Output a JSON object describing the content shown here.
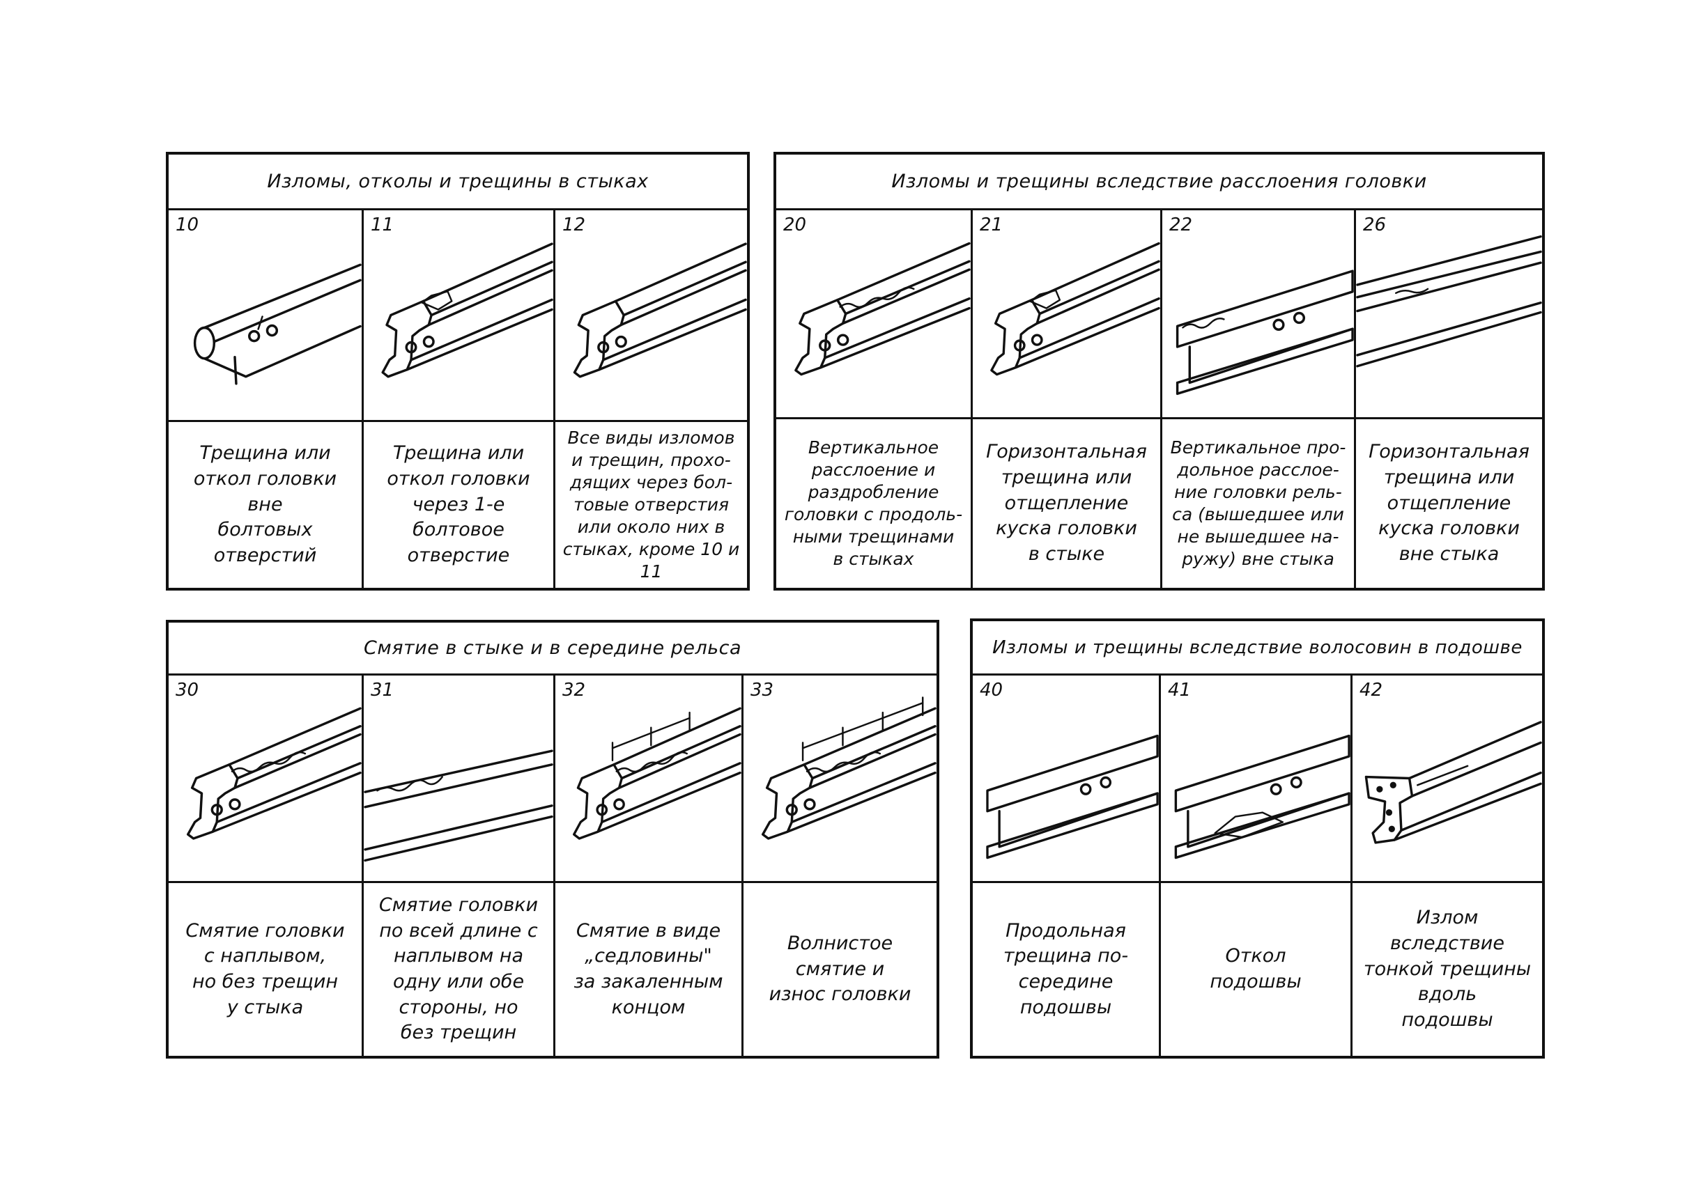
{
  "tables": [
    {
      "header": "Изломы, отколы и трещины в стыках",
      "cells": [
        {
          "number": "10",
          "sketch": "break-end",
          "caption": "Трещина или\nоткол головки\nвне\nболтовых\nотверстий"
        },
        {
          "number": "11",
          "sketch": "rail-holes-chipped",
          "caption": "Трещина или\nоткол головки\nчерез 1-е\nболтовое\nотверстие"
        },
        {
          "number": "12",
          "sketch": "rail-holes",
          "caption": "Все виды изломов\nи трещин, прохо-\nдящих через бол-\nтовые отверстия\nили около них в\nстыках, кроме 10 и\n11"
        }
      ]
    },
    {
      "header": "Изломы и трещины вследствие расслоения головки",
      "cells": [
        {
          "number": "20",
          "sketch": "rail-holes-wavy",
          "caption": "Вертикальное\nрасслоение и\nраздробление\nголовки с продоль-\nными трещинами\nв стыках"
        },
        {
          "number": "21",
          "sketch": "rail-holes-chipped",
          "caption": "Горизонтальная\nтрещина или\nотщепление\nкуска головки\nв стыке"
        },
        {
          "number": "22",
          "sketch": "flat-holes-wavy",
          "caption": "Вертикальное про-\nдольное расслое-\nние головки рель-\nса (вышедшее или\nне вышедшее на-\nружу) вне стыка"
        },
        {
          "number": "26",
          "sketch": "long-rail",
          "caption": "Горизонтальная\nтрещина или\nотщепление\nкуска головки\nвне стыка"
        }
      ]
    },
    {
      "header": "Смятие в стыке и в середине рельса",
      "cells": [
        {
          "number": "30",
          "sketch": "rail-holes-wavy",
          "caption": "Смятие головки\nс наплывом,\nно без трещин\nу стыка"
        },
        {
          "number": "31",
          "sketch": "long-rail-wavy",
          "caption": "Смятие головки\nпо всей длине с\nнаплывом на\nодну или обе\nстороны, но\nбез трещин"
        },
        {
          "number": "32",
          "sketch": "rail-dims-2",
          "caption": "Смятие в виде\n„седловины\"\nза закаленным\nконцом"
        },
        {
          "number": "33",
          "sketch": "rail-dims-3",
          "caption": "Волнистое\nсмятие и\nизнос головки"
        }
      ]
    },
    {
      "header": "Изломы и трещины вследствие волосовин в подошве",
      "cells": [
        {
          "number": "40",
          "sketch": "flat-holes",
          "caption": "Продольная\nтрещина по-\nсередине\nподошвы"
        },
        {
          "number": "41",
          "sketch": "flat-chipped-foot",
          "caption": "Откол\nподошвы"
        },
        {
          "number": "42",
          "sketch": "section-dotted",
          "caption": "Излом\nвследствие\nтонкой трещины\nвдоль\nподошвы"
        }
      ]
    }
  ]
}
